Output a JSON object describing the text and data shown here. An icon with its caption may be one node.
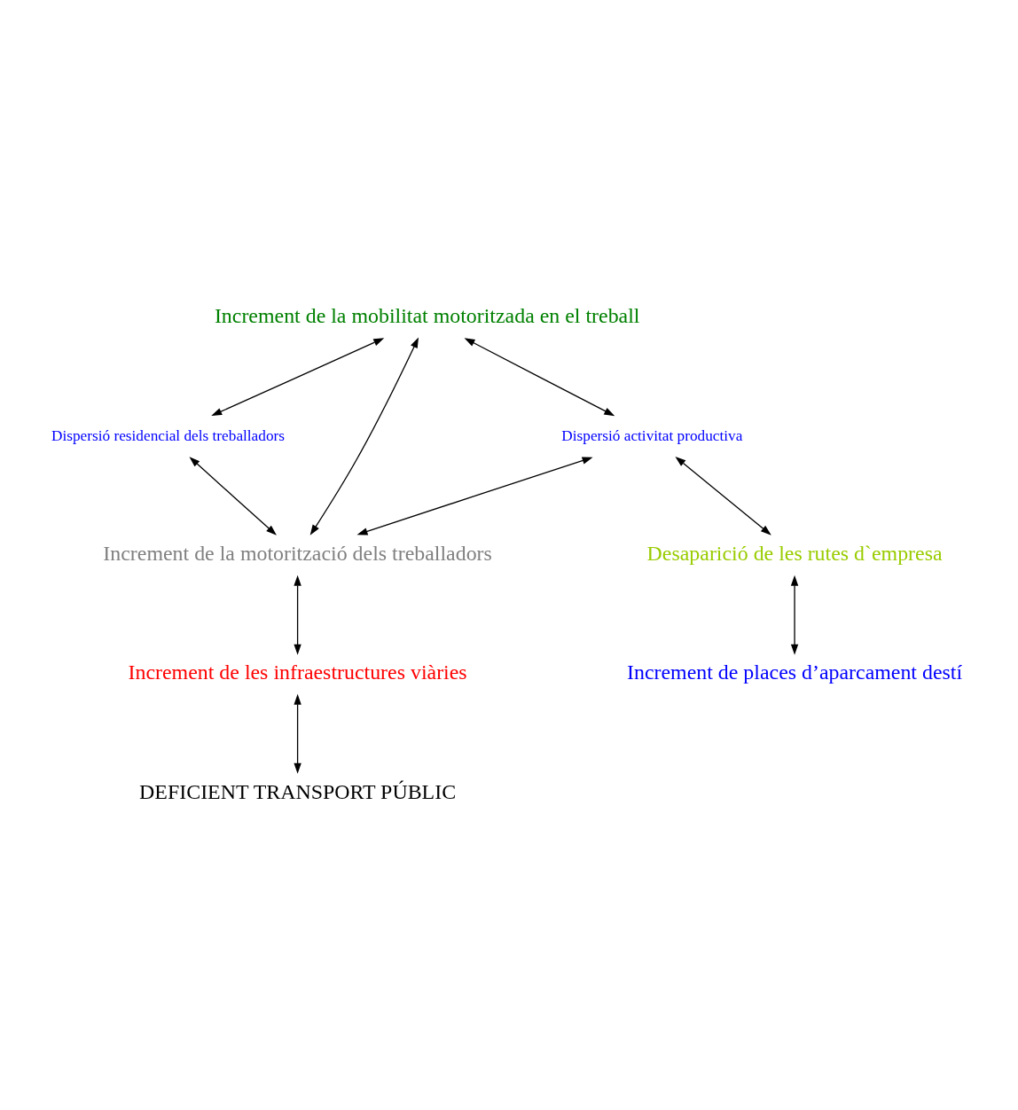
{
  "diagram": {
    "nodes": [
      {
        "text": [
          "Increment de la mobilitat motoritzada en el treball"
        ]
      },
      {
        "text": [
          "Dispersió activitat productiva"
        ]
      },
      {
        "text": [
          "Dispersió residencial dels treballadors"
        ]
      },
      {
        "text": [
          "Increment de la motorització dels treballadors"
        ]
      },
      {
        "text": [
          "Desaparició de les rutes d`empresa"
        ]
      },
      {
        "text": [
          "Increment de les infraestructures viàries"
        ]
      },
      {
        "text": [
          "Increment de places d’aparcament destí"
        ]
      },
      {
        "text": [
          "DEFICIENT TRANSPORT PÚBLIC"
        ]
      }
    ],
    "edges": [
      {
        "from": 0,
        "to": 1,
        "arrow": "both"
      },
      {
        "from": 0,
        "to": 3,
        "arrow": "both"
      },
      {
        "from": 0,
        "to": 2,
        "arrow": "both"
      },
      {
        "from": 1,
        "to": 3,
        "arrow": "both"
      },
      {
        "from": 2,
        "to": 3,
        "arrow": "both"
      },
      {
        "from": 1,
        "to": 4,
        "arrow": "both"
      },
      {
        "from": 3,
        "to": 5,
        "arrow": "both"
      },
      {
        "from": 4,
        "to": 6,
        "arrow": "both"
      },
      {
        "from": 5,
        "to": 7,
        "arrow": "both"
      }
    ]
  }
}
